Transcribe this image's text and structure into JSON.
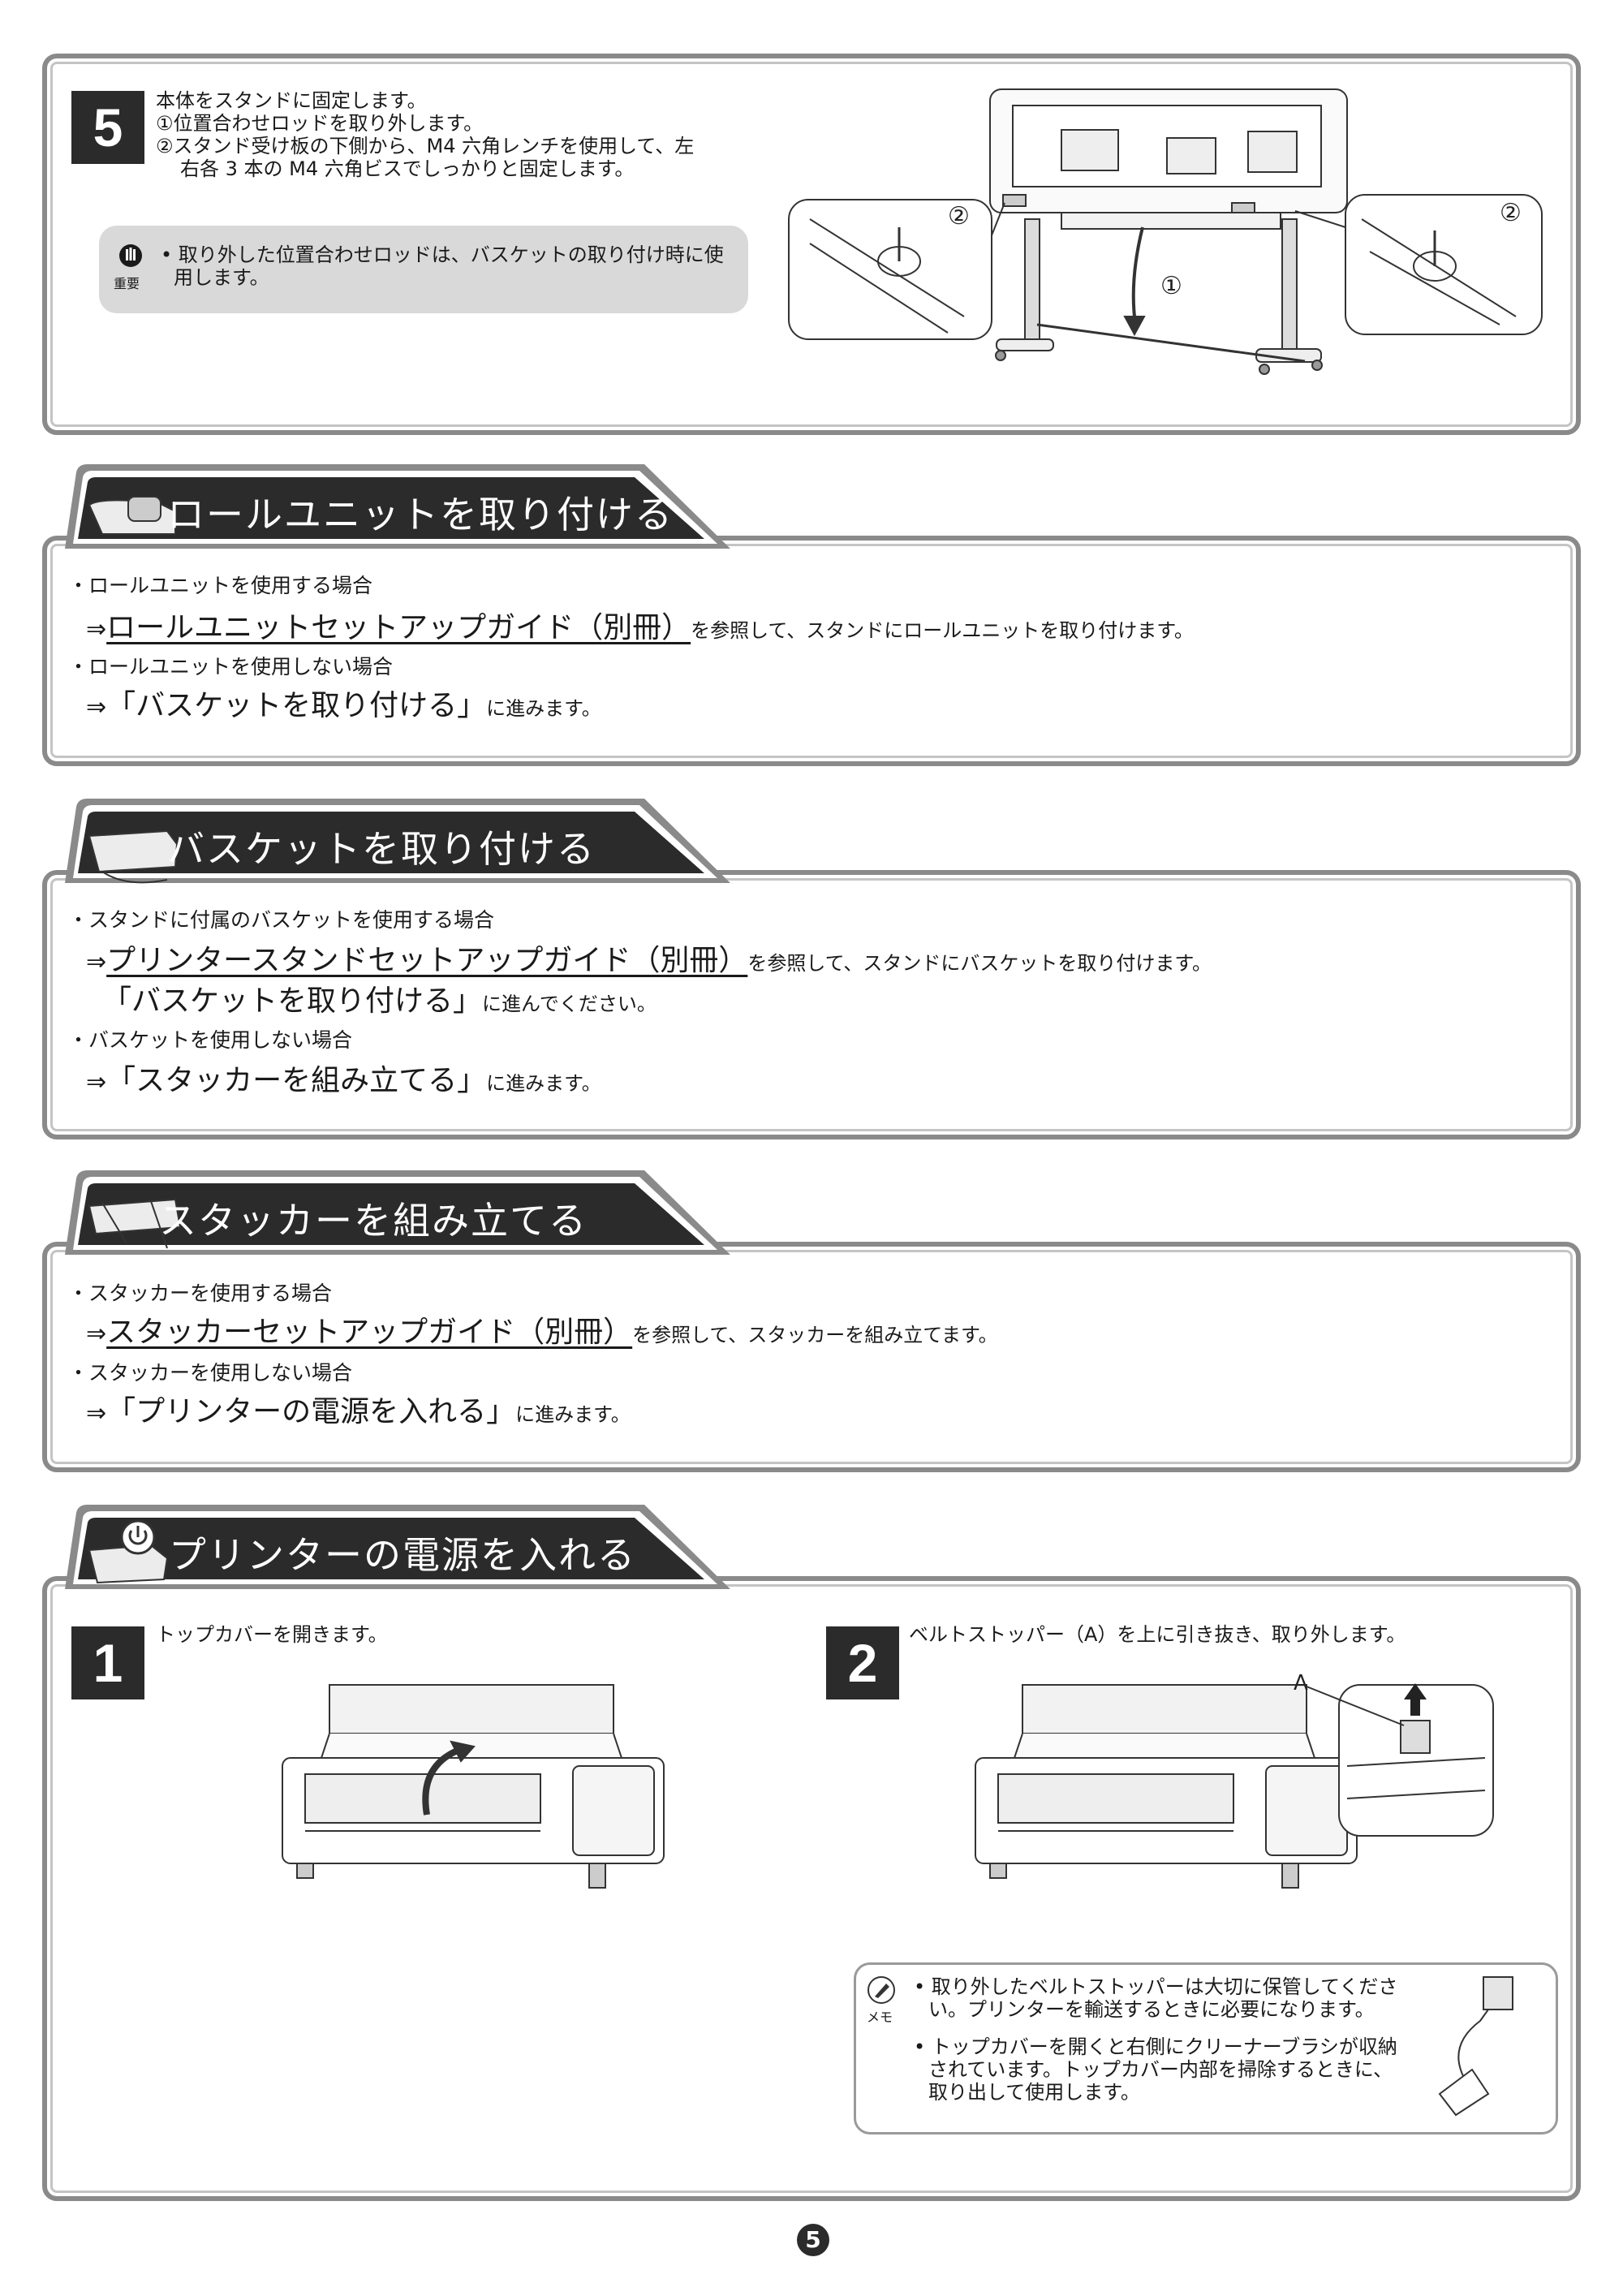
{
  "step5": {
    "number": "5",
    "lines": [
      "本体をスタンドに固定します。",
      "①位置合わせロッドを取り外します。",
      "②スタンド受け板の下側から、M4 六角レンチを使用して、左",
      "右各 3 本の M4 六角ビスでしっかりと固定します。"
    ],
    "note_label": "重要",
    "note_lines": [
      "• 取り外した位置合わせロッドは、バスケットの取り付け時に使",
      "用します。"
    ],
    "figure_callouts": [
      "②",
      "①",
      "②"
    ]
  },
  "roll_unit": {
    "title": "ロールユニットを取り付ける",
    "case1": "・ロールユニットを使用する場合",
    "arrow": "⇒",
    "link1": "ロールユニットセットアップガイド（別冊）",
    "tail1": "を参照して、スタンドにロールユニットを取り付けます。",
    "case2": "・ロールユニットを使用しない場合",
    "link2": "「バスケットを取り付ける」",
    "tail2": "に進みます。"
  },
  "basket": {
    "title": "バスケットを取り付ける",
    "case1": "・スタンドに付属のバスケットを使用する場合",
    "arrow": "⇒",
    "link1": "プリンタースタンドセットアップガイド（別冊）",
    "tail1": "を参照して、スタンドにバスケットを取り付けます。",
    "link1b": "「バスケットを取り付ける」",
    "tail1b": "に進んでください。",
    "case2": "・バスケットを使用しない場合",
    "link2": "「スタッカーを組み立てる」",
    "tail2": "に進みます。"
  },
  "stacker": {
    "title": "スタッカーを組み立てる",
    "case1": "・スタッカーを使用する場合",
    "arrow": "⇒",
    "link1": "スタッカーセットアップガイド（別冊）",
    "tail1": "を参照して、スタッカーを組み立てます。",
    "case2": "・スタッカーを使用しない場合",
    "link2": "「プリンターの電源を入れる」",
    "tail2": "に進みます。"
  },
  "power": {
    "title": "プリンターの電源を入れる",
    "step1_num": "1",
    "step1_text": "トップカバーを開きます。",
    "step2_num": "2",
    "step2_text": "ベルトストッパー（A）を上に引き抜き、取り外します。",
    "callout_a": "A",
    "memo_label": "メモ",
    "memo1": [
      "• 取り外したベルトストッパーは大切に保管してくださ",
      "い。プリンターを輸送するときに必要になります。"
    ],
    "memo2": [
      "• トップカバーを開くと右側にクリーナーブラシが収納",
      "されています。トップカバー内部を掃除するときに、",
      "取り出して使用します。"
    ]
  },
  "page_number": "5"
}
